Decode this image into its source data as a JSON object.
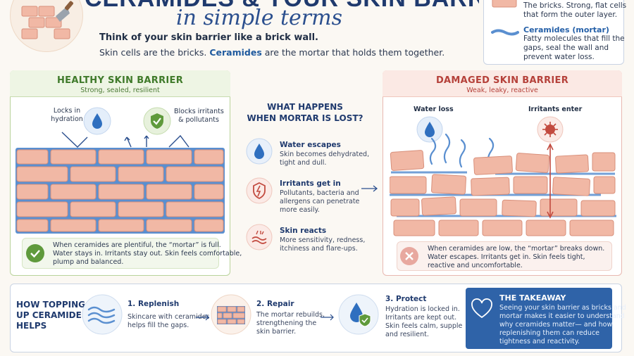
{
  "header": {
    "title": "CERAMIDES & YOUR SKIN BARRIER",
    "subtitle": "in simple terms",
    "intro_line1": "Think of your skin barrier like a brick wall.",
    "intro_line2_a": "Skin cells are the bricks. ",
    "intro_line2_b": "Ceramides",
    "intro_line2_c": " are the mortar that holds them together."
  },
  "legend": {
    "bricks_line1": "The bricks. Strong, flat cells",
    "bricks_line2": "that form the outer layer.",
    "ceramides_head": "Ceramides (mortar)",
    "ceramides_line1": "Fatty molecules that fill the",
    "ceramides_line2": "gaps, seal the wall and",
    "ceramides_line3": "prevent water loss."
  },
  "healthy": {
    "title": "HEALTHY SKIN BARRIER",
    "subtitle": "Strong, sealed, resilient",
    "callout1_line1": "Locks in",
    "callout1_line2": "hydration",
    "callout2_line1": "Blocks irritants",
    "callout2_line2": "& pollutants",
    "note_line1": "When ceramides are plentiful, the “mortar” is full.",
    "note_line2": "Water stays in. Irritants stay out. Skin feels comfortable,",
    "note_line3": "plump and balanced."
  },
  "center": {
    "heading_line1": "WHAT HAPPENS",
    "heading_line2": "WHEN MORTAR IS LOST?",
    "items": [
      {
        "title": "Water escapes",
        "line1": "Skin becomes dehydrated,",
        "line2": "tight and dull.",
        "line3": ""
      },
      {
        "title": "Irritants get in",
        "line1": "Pollutants, bacteria and",
        "line2": "allergens can penetrate",
        "line3": "more easily."
      },
      {
        "title": "Skin reacts",
        "line1": "More sensitivity, redness,",
        "line2": "itchiness and flare-ups.",
        "line3": ""
      }
    ]
  },
  "damaged": {
    "title": "DAMAGED SKIN BARRIER",
    "subtitle": "Weak, leaky, reactive",
    "callout1": "Water loss",
    "callout2": "Irritants enter",
    "note_line1": "When ceramides are low, the “mortar” breaks down.",
    "note_line2": "Water escapes.  Irritants get in. Skin feels tight,",
    "note_line3": "reactive and uncomfortable."
  },
  "bottom": {
    "how_line1": "HOW TOPPING",
    "how_line2": "UP CERAMIDES",
    "how_line3": "HELPS",
    "steps": [
      {
        "title": "1. Replenish",
        "line1": "Skincare with ceramides",
        "line2": "helps fill the gaps.",
        "line3": ""
      },
      {
        "title": "2. Repair",
        "line1": "The mortar rebuilds,",
        "line2": "strengthening the",
        "line3": "skin barrier."
      },
      {
        "title": "3. Protect",
        "line1": "Hydration is locked in.",
        "line2": "Irritants are kept out.",
        "line3": "Skin feels calm, supple",
        "line4": "and resilient."
      }
    ],
    "takeaway_title": "THE TAKEAWAY",
    "takeaway_line1": "Seeing your skin barrier as bricks and",
    "takeaway_line2": "mortar makes it easier to understand",
    "takeaway_line3": "why ceramides matter— and how",
    "takeaway_line4": "replenishing them can reduce",
    "takeaway_line5": "tightness and reactivity."
  },
  "colors": {
    "brick": "#f1b8a5",
    "brick_border": "#d88f7a",
    "mortar": "#5a8fd0",
    "healthy_accent": "#3f7a2a",
    "damaged_accent": "#b5413a",
    "navy": "#1f3a6e",
    "takeaway_bg": "#2f63a8"
  }
}
